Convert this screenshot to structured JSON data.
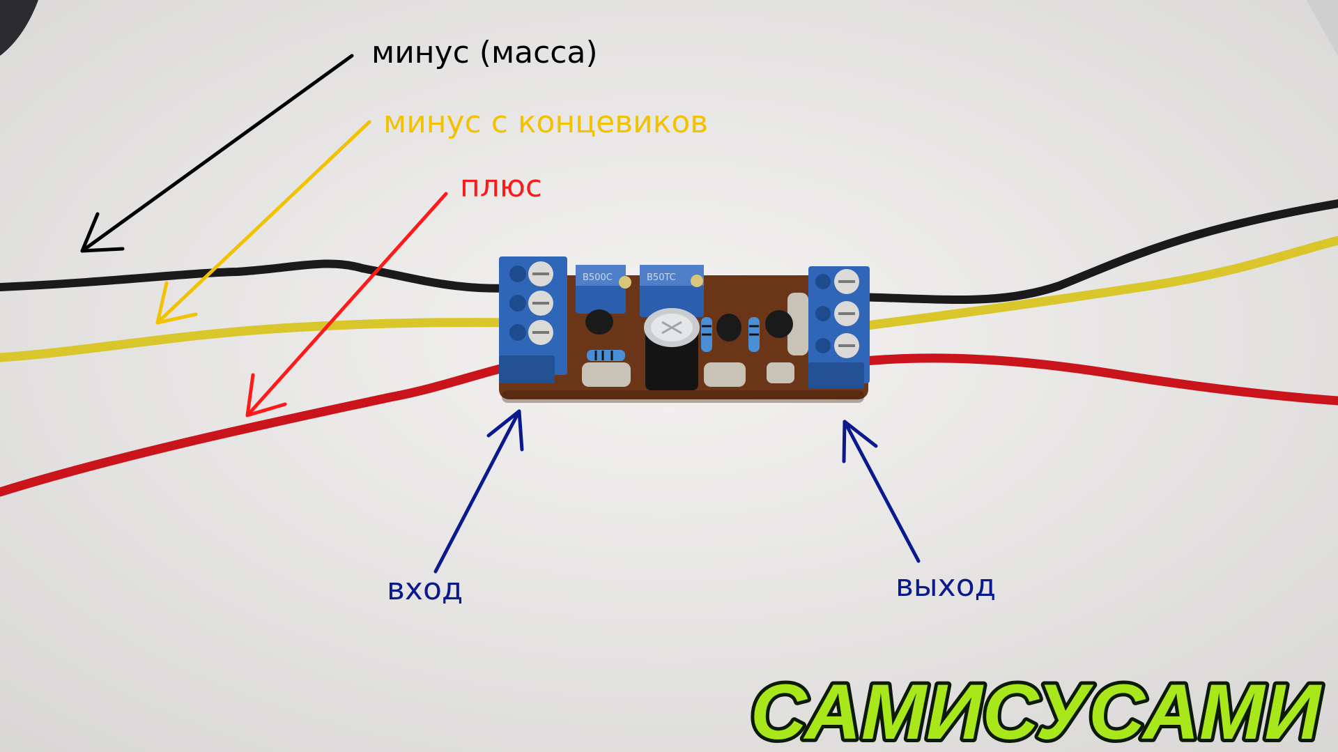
{
  "annotations": {
    "ground": {
      "text": "минус (масса)",
      "color": "#000000"
    },
    "door_switch": {
      "text": "минус с концевиков",
      "color": "#f2c200"
    },
    "plus": {
      "text": "плюс",
      "color": "#ff1a1a"
    },
    "input": {
      "text": "вход",
      "color": "#0a1a8c"
    },
    "output": {
      "text": "выход",
      "color": "#0a1a8c"
    }
  },
  "wire_colors": {
    "black": "#1a1a1c",
    "yellow": "#d9c62a",
    "red": "#c8141a"
  },
  "board": {
    "pcb_color": "#6b3518",
    "terminal_color": "#2f66b8",
    "trimmer_markings": [
      "B500C",
      "B50TC"
    ]
  },
  "logo": {
    "text": "САМИСУСАМИ",
    "fill": "#a8e81a",
    "outline": "#0d1a08"
  }
}
